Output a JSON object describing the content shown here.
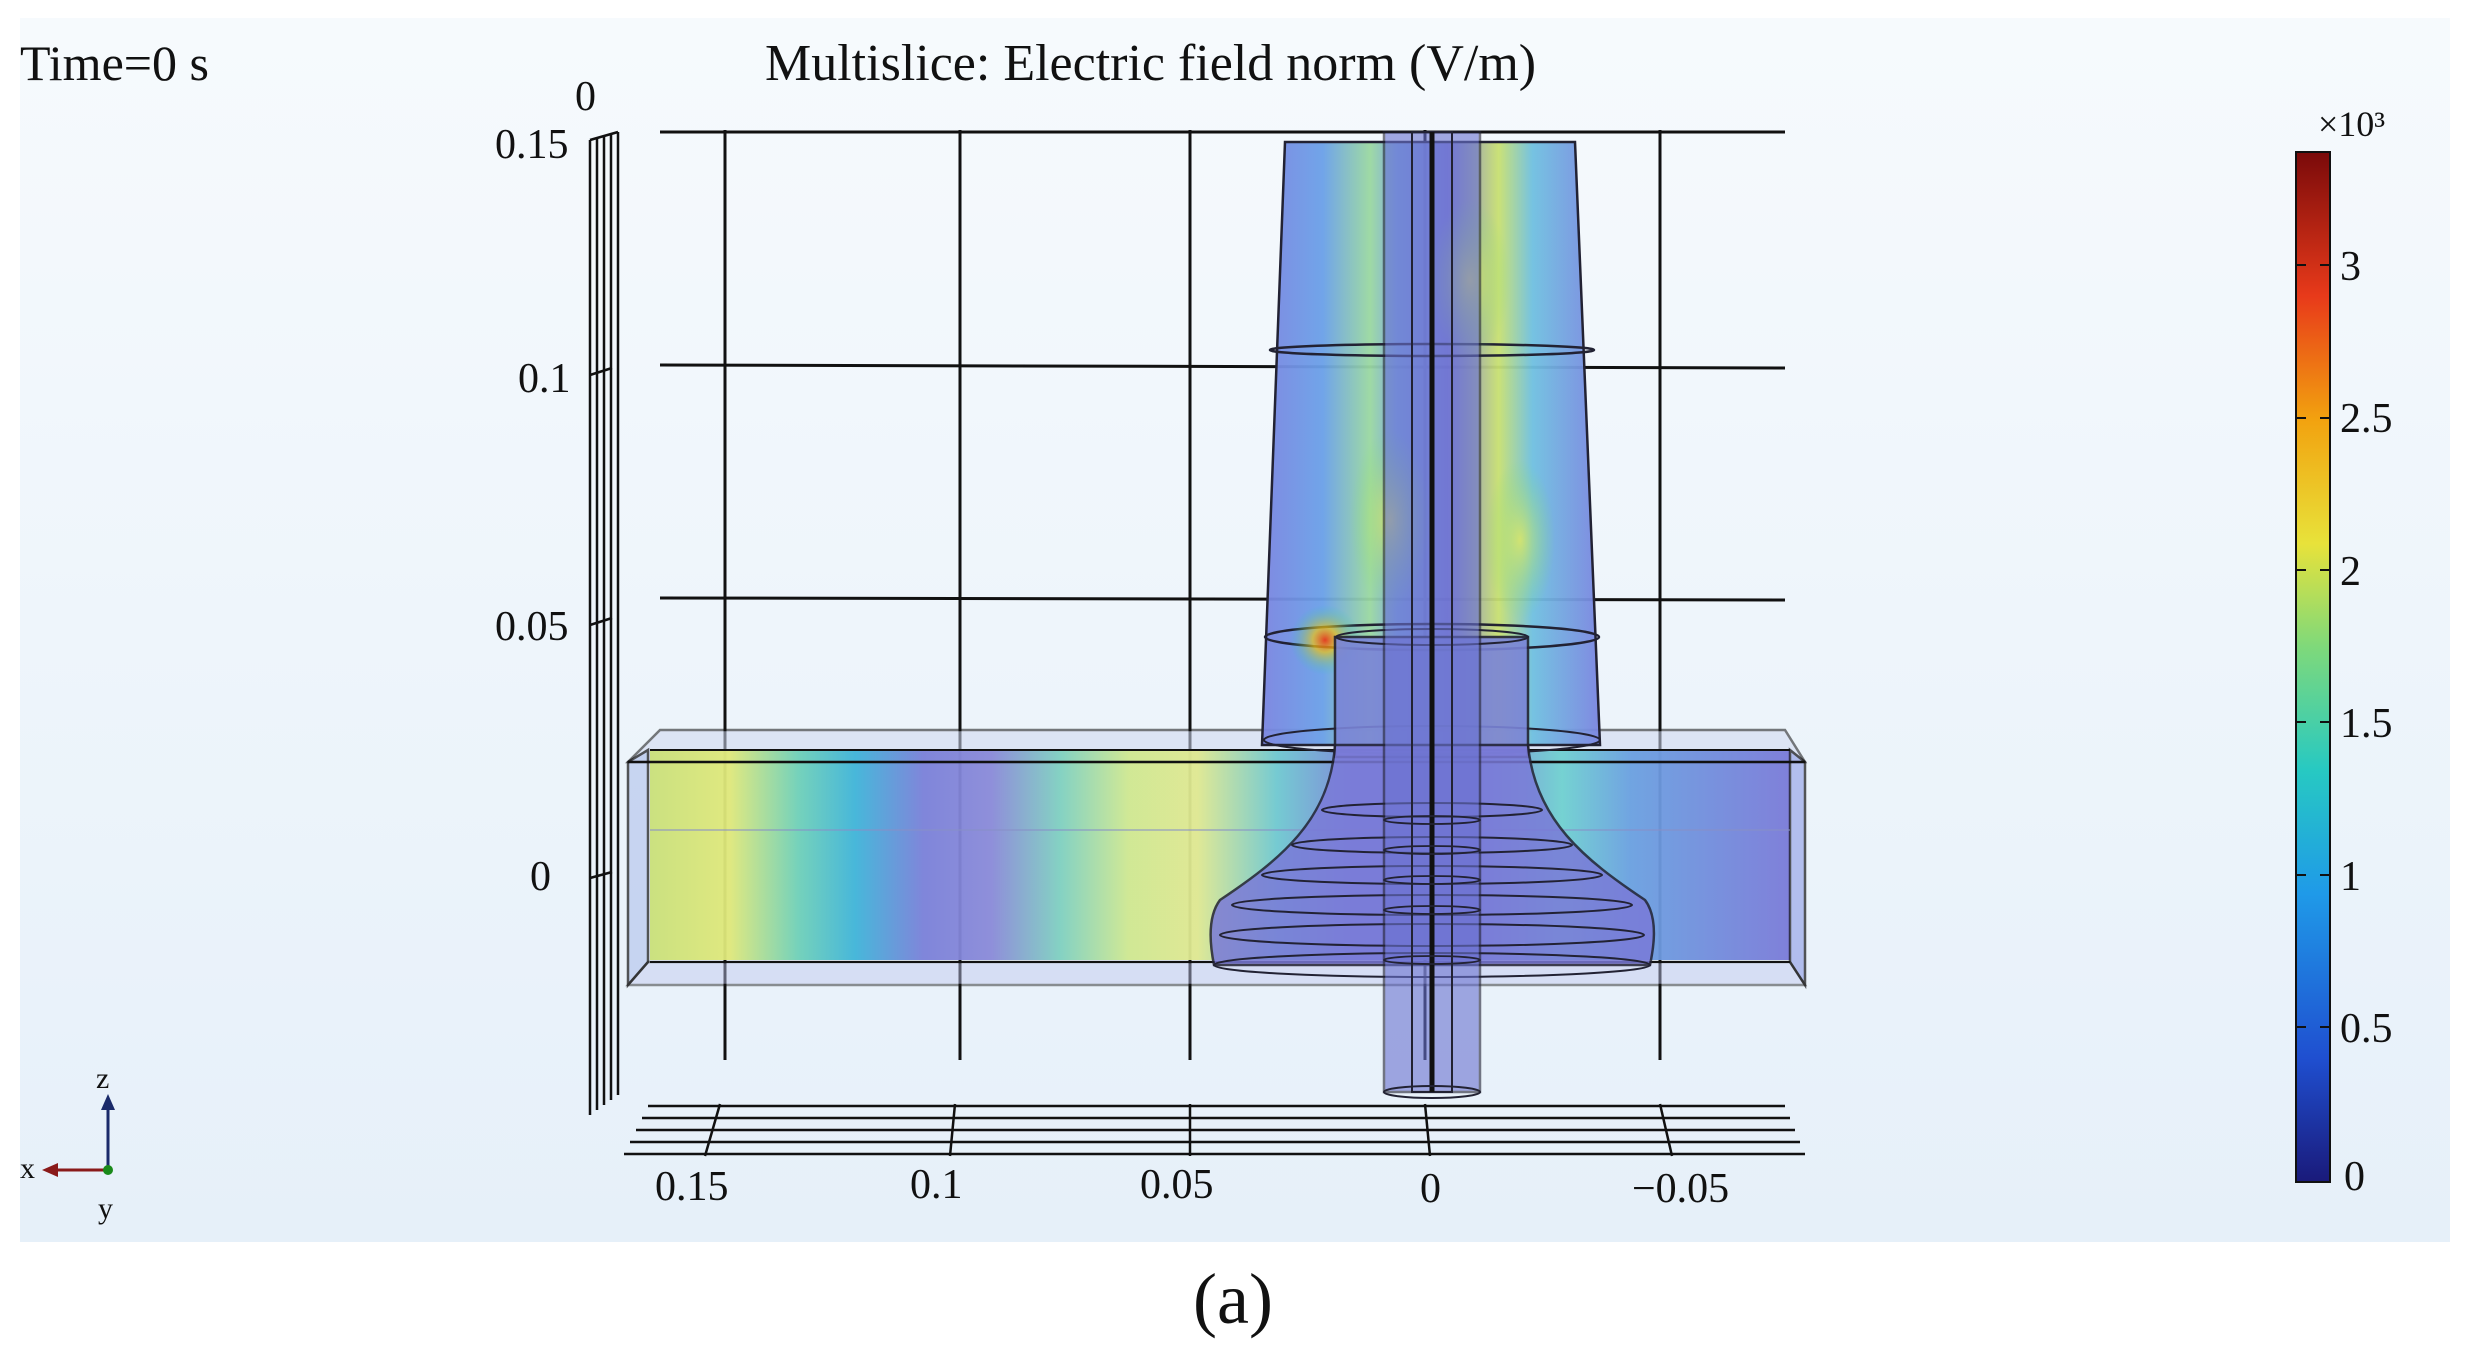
{
  "header": {
    "time_label": "Time=0 s",
    "title": "Multislice: Electric field norm (V/m)"
  },
  "axes": {
    "z_ticks": [
      "0.15",
      "0.1",
      "0.05",
      "0"
    ],
    "z_top_label": "0",
    "x_ticks": [
      "0.15",
      "0.1",
      "0.05",
      "0",
      "−0.05"
    ]
  },
  "colorbar": {
    "exponent_label": "×10³",
    "ticks": [
      "3",
      "2.5",
      "2",
      "1.5",
      "1",
      "0.5",
      "0"
    ],
    "colors": {
      "max": "#7a0a0a",
      "high": "#e83a1a",
      "mid_high": "#f2c20f",
      "mid": "#cfe04a",
      "low_mid": "#27c9c2",
      "low": "#1f6fe0",
      "min": "#1a1a7a"
    }
  },
  "triad": {
    "z": "z",
    "x": "x",
    "y": "y"
  },
  "caption": "(a)"
}
